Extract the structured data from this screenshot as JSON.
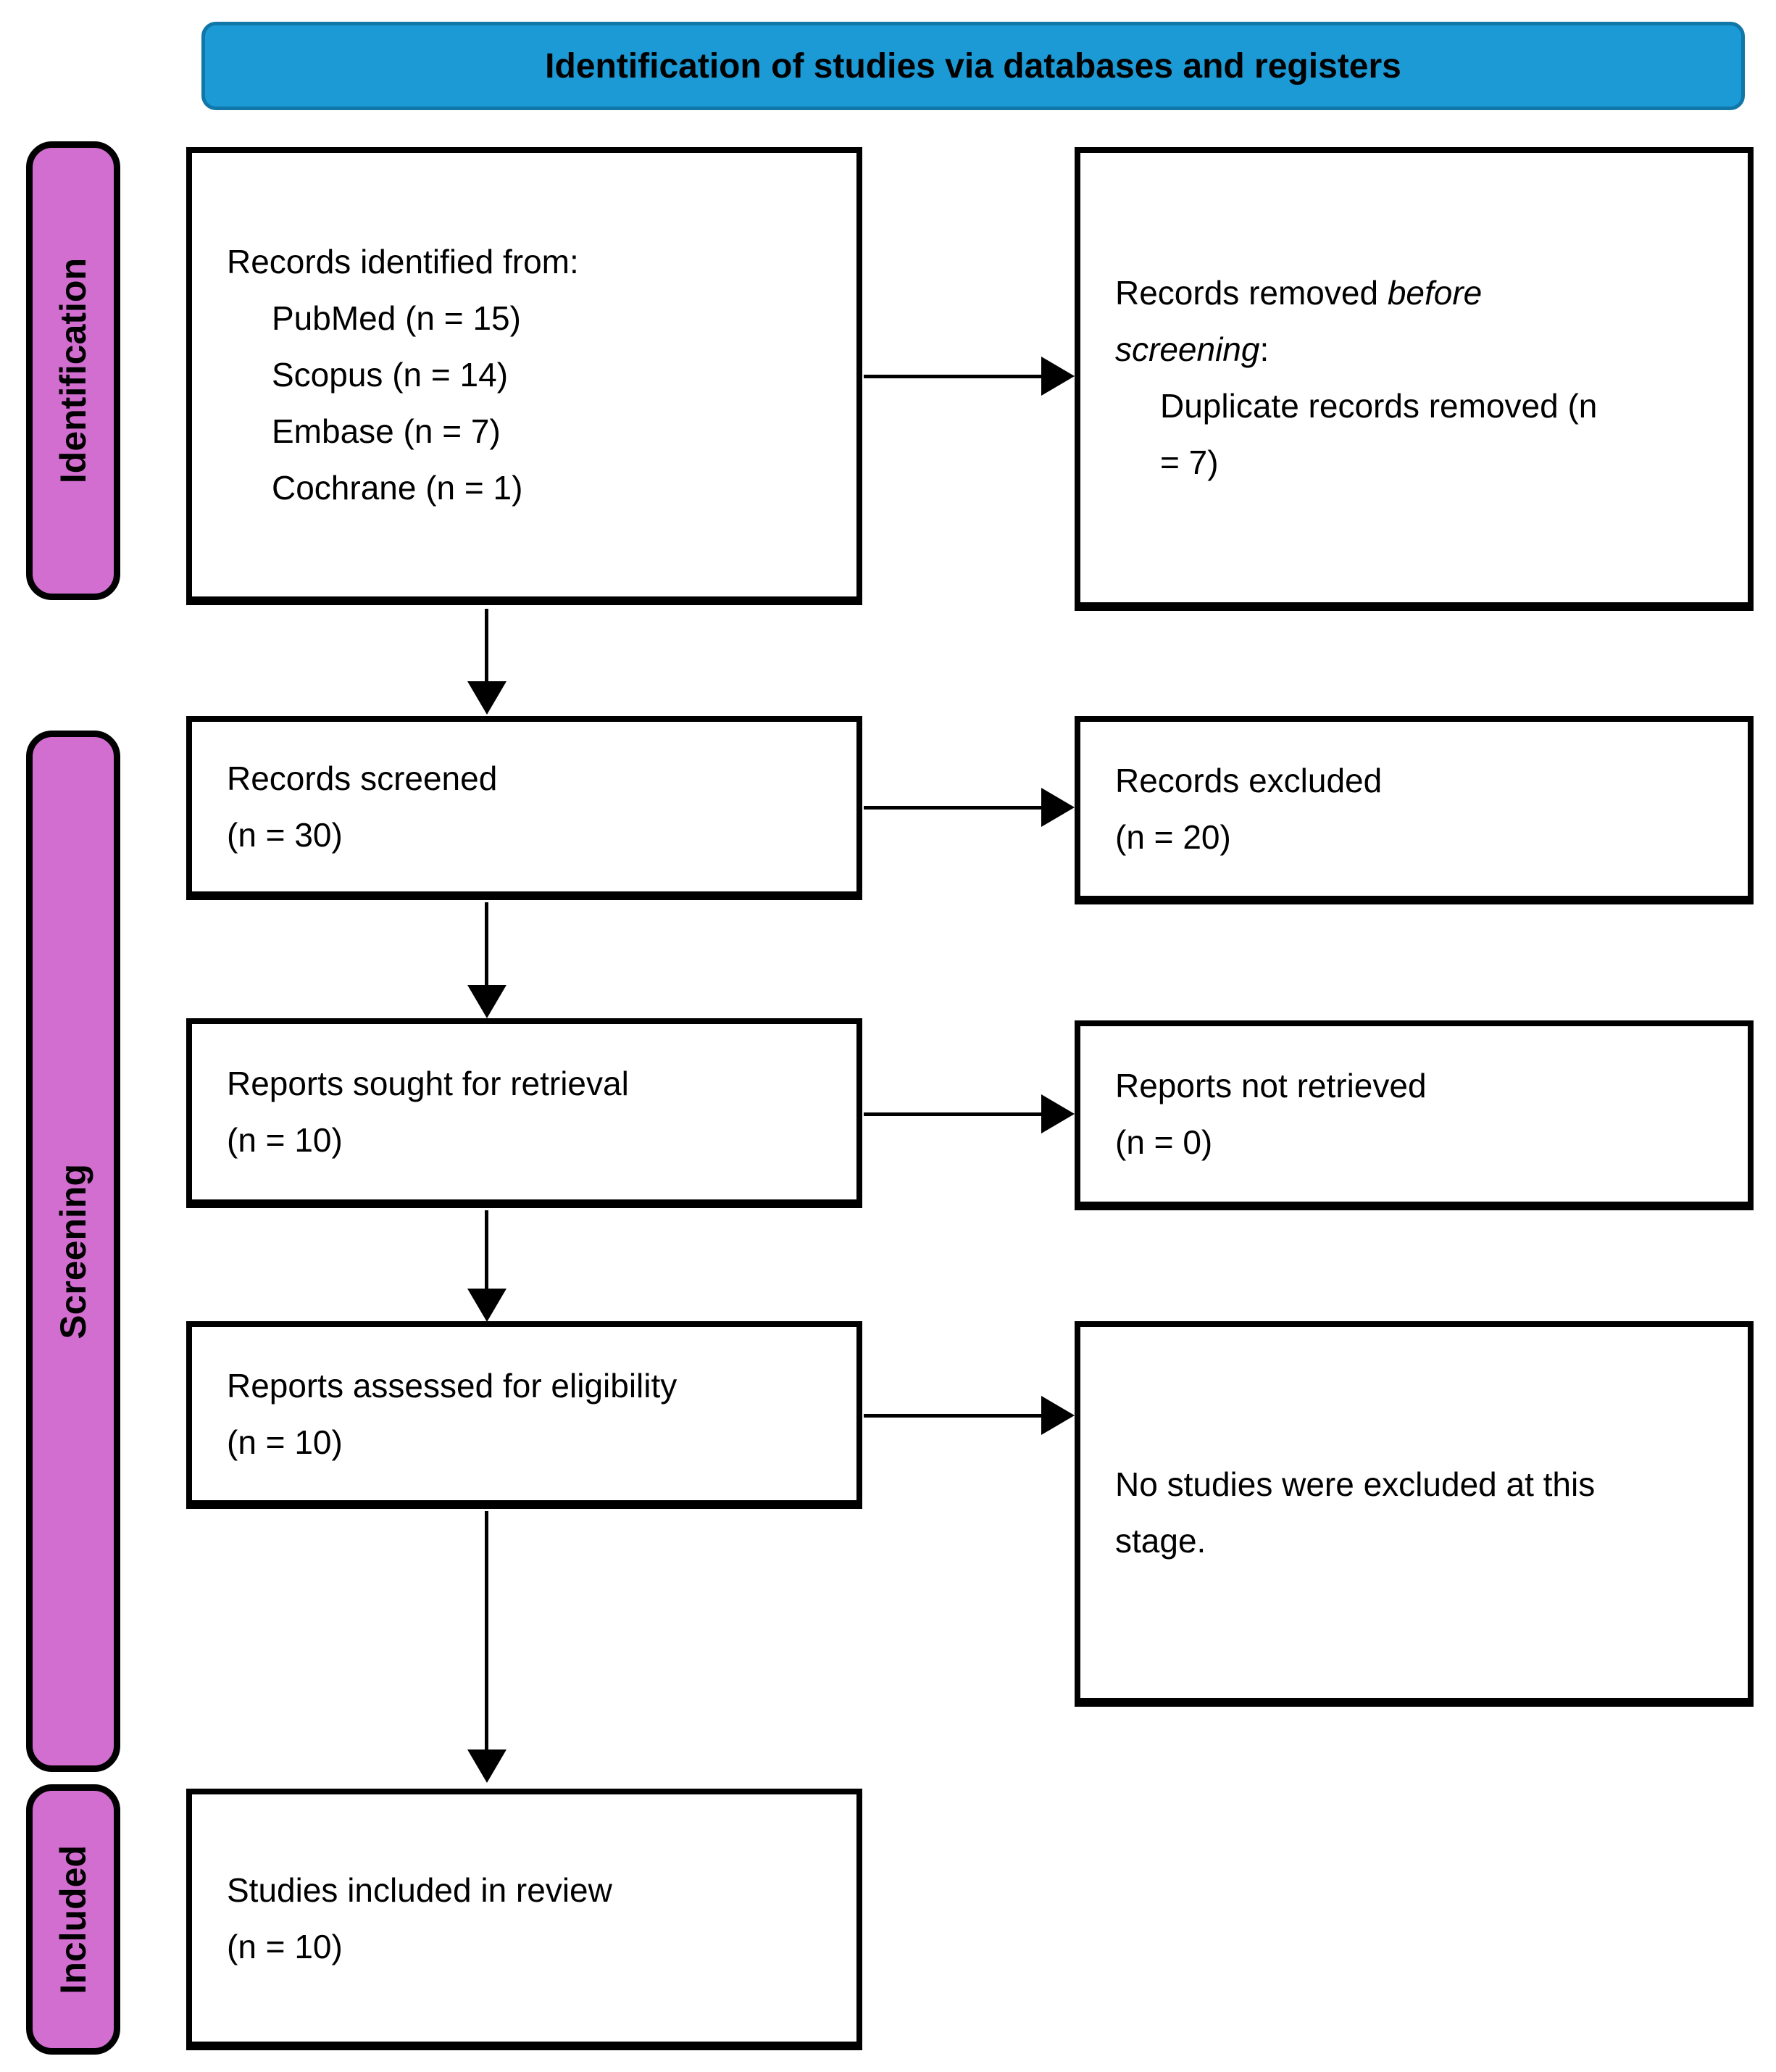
{
  "header": {
    "title": "Identification of studies via databases and registers"
  },
  "stages": [
    {
      "label": "Identification"
    },
    {
      "label": "Screening"
    },
    {
      "label": "Included"
    }
  ],
  "boxes": {
    "records_identified": {
      "intro": "Records identified from:",
      "items": [
        "PubMed (n = 15)",
        "Scopus (n = 14)",
        "Embase (n = 7)",
        "Cochrane (n = 1)"
      ]
    },
    "records_removed": {
      "line1_text": "Records removed ",
      "line1_italic": "before",
      "line2_italic": "screening",
      "line2_text": ":",
      "item_lines": [
        "Duplicate records removed (n",
        "= 7)"
      ]
    },
    "records_screened": {
      "lines": [
        "Records screened",
        "(n = 30)"
      ]
    },
    "records_excluded": {
      "lines": [
        "Records excluded",
        "(n = 20)"
      ]
    },
    "reports_sought": {
      "lines": [
        "Reports sought for retrieval",
        "(n = 10)"
      ]
    },
    "reports_not_retrieved": {
      "lines": [
        "Reports not retrieved",
        "(n = 0)"
      ]
    },
    "reports_assessed": {
      "lines": [
        "Reports assessed for eligibility",
        "(n = 10)"
      ]
    },
    "no_studies_excluded": {
      "lines": [
        "No studies were excluded at this",
        "stage."
      ]
    },
    "studies_included": {
      "lines": [
        "Studies included in review",
        "(n = 10)"
      ]
    }
  },
  "colors": {
    "header_bg": "#1c9ad6",
    "header_border": "#1176a8",
    "stage_bg": "#d36ed1",
    "stage_border": "#000000",
    "box_border": "#000000",
    "arrow": "#000000"
  }
}
